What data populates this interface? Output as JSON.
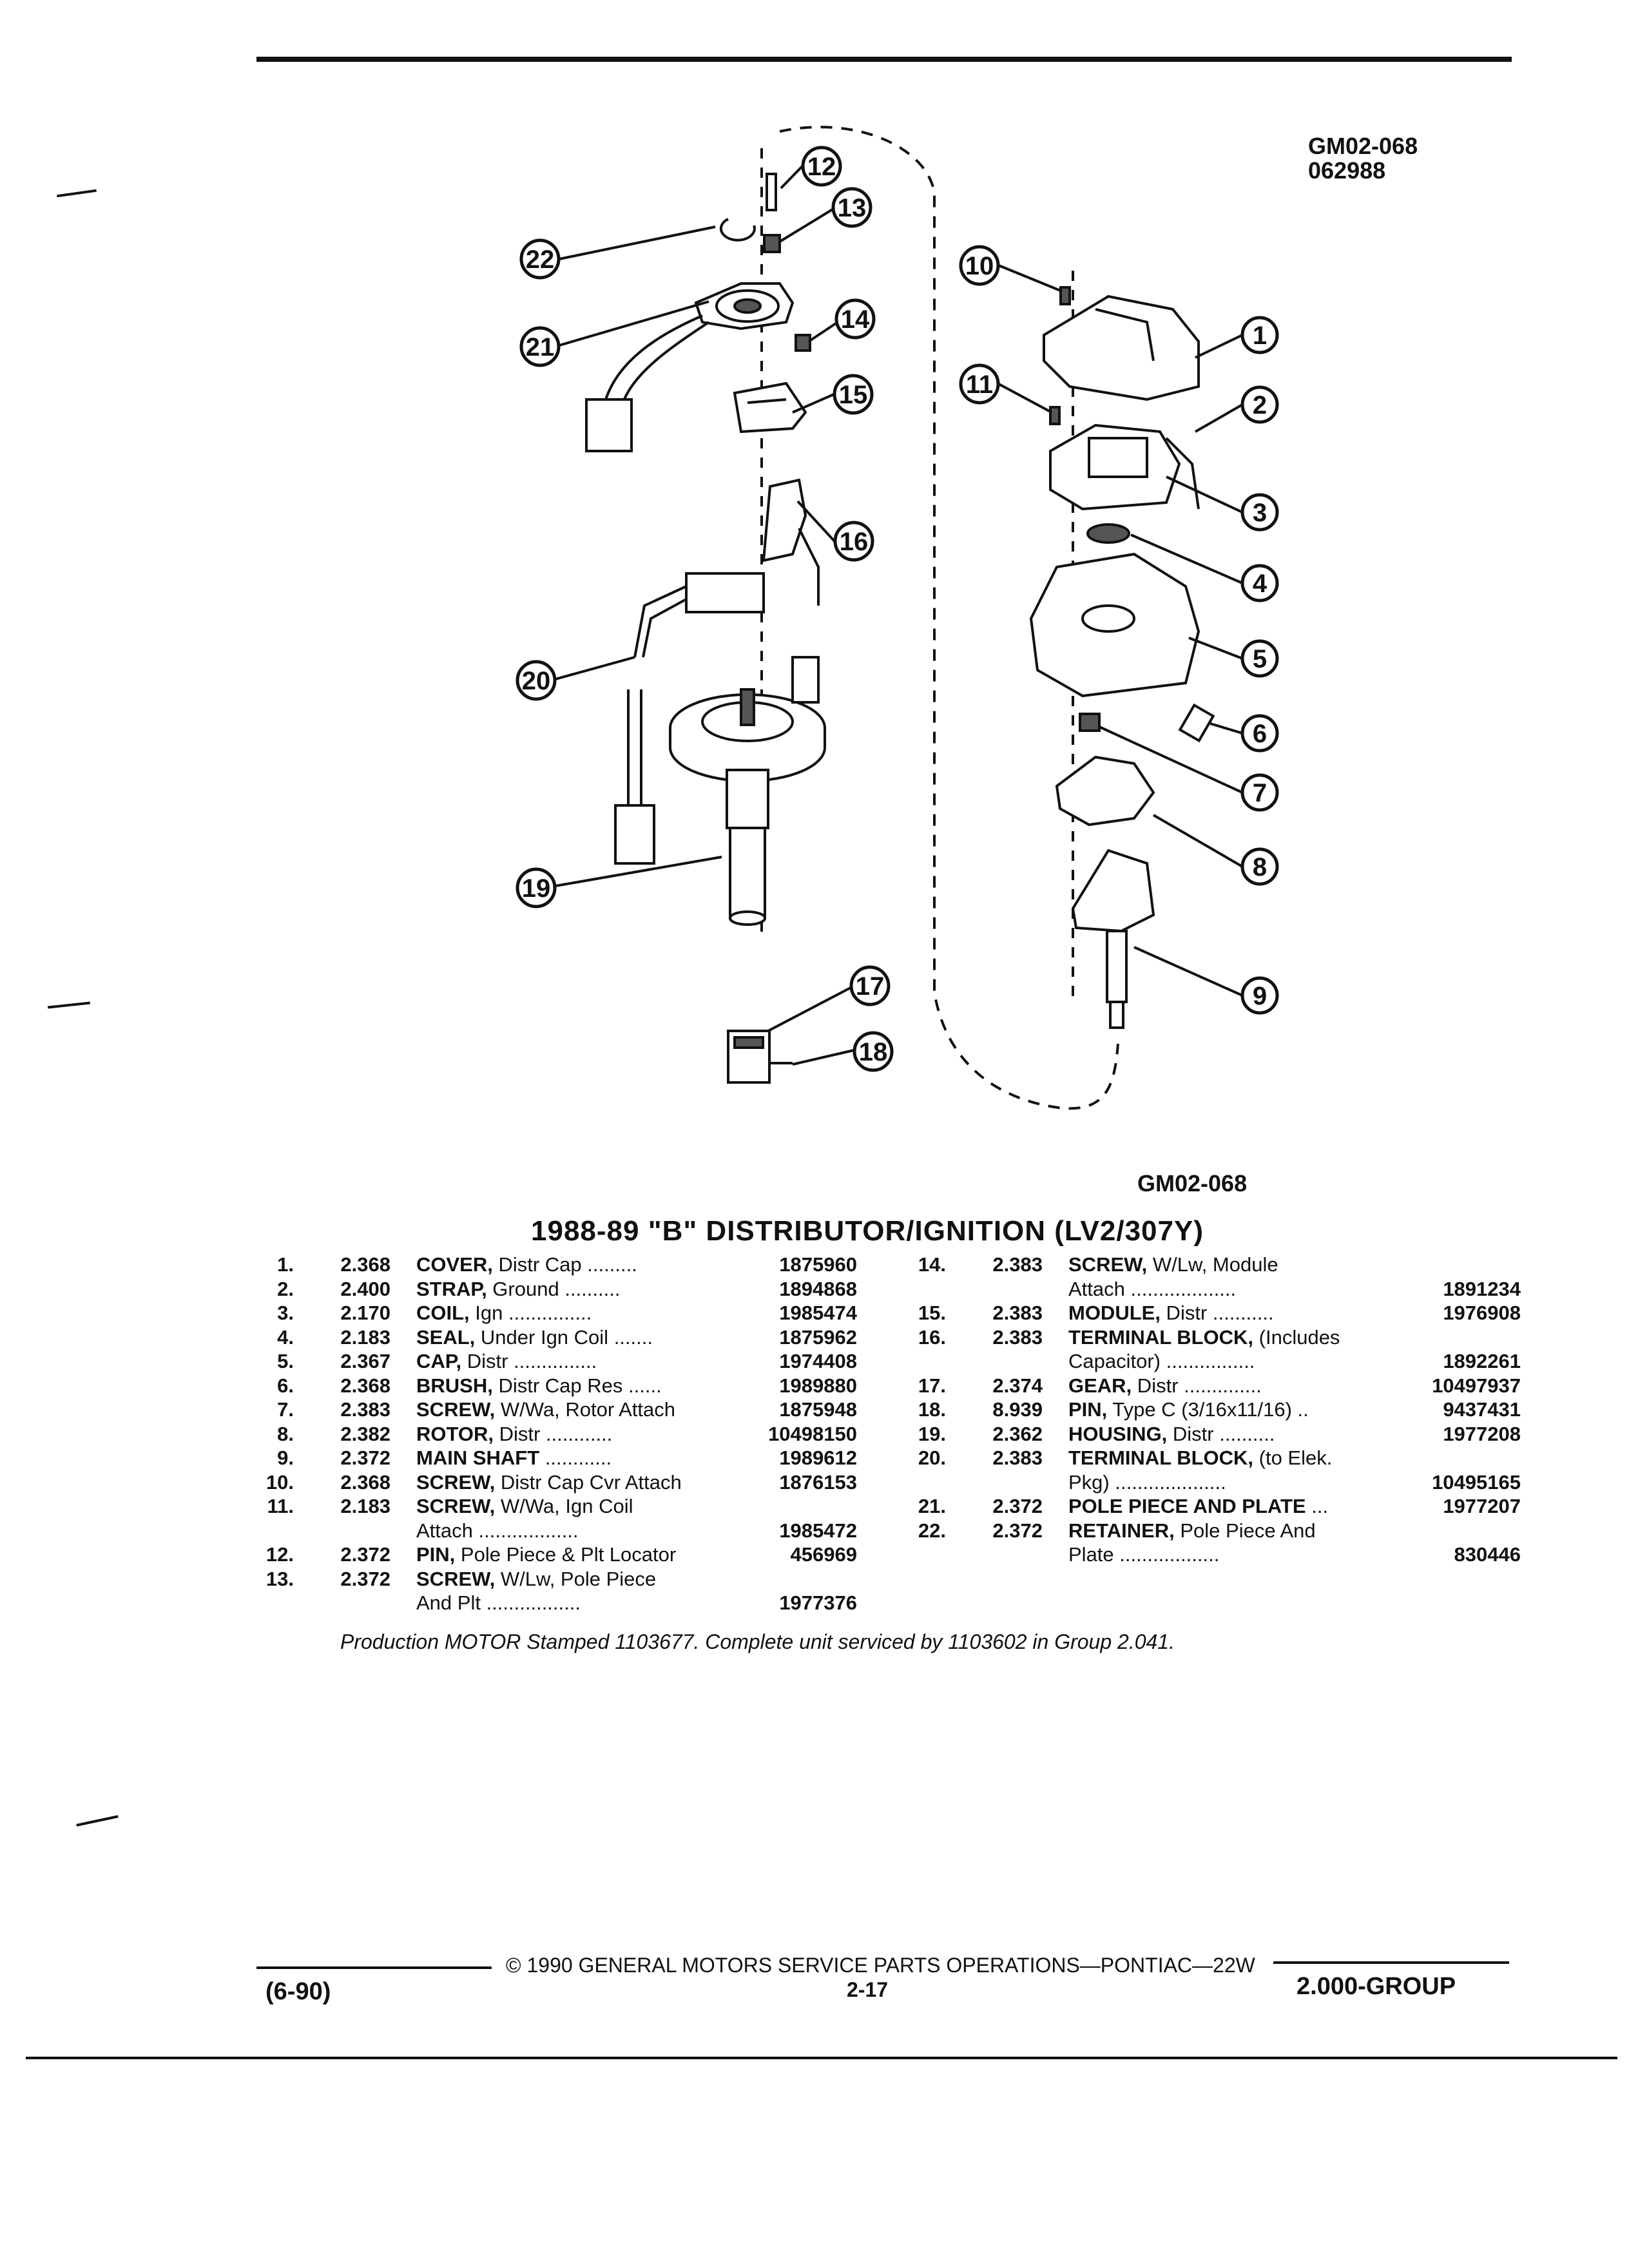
{
  "figure": {
    "code_top": "GM02-068",
    "date_code": "062988",
    "code_bottom": "GM02-068",
    "callouts": [
      "1",
      "2",
      "3",
      "4",
      "5",
      "6",
      "7",
      "8",
      "9",
      "10",
      "11",
      "12",
      "13",
      "14",
      "15",
      "16",
      "17",
      "18",
      "19",
      "20",
      "21",
      "22"
    ]
  },
  "title": "1988-89 \"B\" DISTRIBUTOR/IGNITION (LV2/307Y)",
  "parts_left": [
    {
      "num": "1.",
      "group": "2.368",
      "name": "COVER,",
      "desc": " Distr Cap",
      "dots": " .........",
      "pn": "1875960"
    },
    {
      "num": "2.",
      "group": "2.400",
      "name": "STRAP,",
      "desc": " Ground",
      "dots": " ..........",
      "pn": "1894868"
    },
    {
      "num": "3.",
      "group": "2.170",
      "name": "COIL,",
      "desc": " Ign",
      "dots": " ...............",
      "pn": "1985474"
    },
    {
      "num": "4.",
      "group": "2.183",
      "name": "SEAL,",
      "desc": " Under Ign Coil",
      "dots": " .......",
      "pn": "1875962"
    },
    {
      "num": "5.",
      "group": "2.367",
      "name": "CAP,",
      "desc": " Distr",
      "dots": " ...............",
      "pn": "1974408"
    },
    {
      "num": "6.",
      "group": "2.368",
      "name": "BRUSH,",
      "desc": " Distr Cap Res",
      "dots": " ......",
      "pn": "1989880"
    },
    {
      "num": "7.",
      "group": "2.383",
      "name": "SCREW,",
      "desc": " W/Wa, Rotor Attach",
      "dots": "",
      "pn": "1875948"
    },
    {
      "num": "8.",
      "group": "2.382",
      "name": "ROTOR,",
      "desc": " Distr",
      "dots": " ............",
      "pn": "10498150"
    },
    {
      "num": "9.",
      "group": "2.372",
      "name": "MAIN SHAFT",
      "desc": "",
      "dots": " ............",
      "pn": "1989612"
    },
    {
      "num": "10.",
      "group": "2.368",
      "name": "SCREW,",
      "desc": " Distr Cap Cvr Attach",
      "dots": "",
      "pn": "1876153"
    },
    {
      "num": "11.",
      "group": "2.183",
      "name": "SCREW,",
      "desc": " W/Wa, Ign Coil",
      "dots": "",
      "pn": ""
    },
    {
      "num": "",
      "group": "",
      "name": "",
      "desc": "Attach",
      "dots": " ..................",
      "pn": "1985472"
    },
    {
      "num": "12.",
      "group": "2.372",
      "name": "PIN,",
      "desc": " Pole Piece & Plt Locator",
      "dots": "",
      "pn": "456969"
    },
    {
      "num": "13.",
      "group": "2.372",
      "name": "SCREW,",
      "desc": " W/Lw, Pole Piece",
      "dots": "",
      "pn": ""
    },
    {
      "num": "",
      "group": "",
      "name": "",
      "desc": "And Plt",
      "dots": " .................",
      "pn": "1977376"
    }
  ],
  "parts_right": [
    {
      "num": "14.",
      "group": "2.383",
      "name": "SCREW,",
      "desc": " W/Lw, Module",
      "dots": "",
      "pn": ""
    },
    {
      "num": "",
      "group": "",
      "name": "",
      "desc": "Attach",
      "dots": " ...................",
      "pn": "1891234"
    },
    {
      "num": "15.",
      "group": "2.383",
      "name": "MODULE,",
      "desc": " Distr",
      "dots": " ...........",
      "pn": "1976908"
    },
    {
      "num": "16.",
      "group": "2.383",
      "name": "TERMINAL BLOCK,",
      "desc": " (Includes",
      "dots": "",
      "pn": ""
    },
    {
      "num": "",
      "group": "",
      "name": "",
      "desc": "Capacitor)",
      "dots": " ................",
      "pn": "1892261"
    },
    {
      "num": "17.",
      "group": "2.374",
      "name": "GEAR,",
      "desc": " Distr",
      "dots": " ..............",
      "pn": "10497937"
    },
    {
      "num": "18.",
      "group": "8.939",
      "name": "PIN,",
      "desc": " Type C (3/16x11/16)",
      "dots": " ..",
      "pn": "9437431"
    },
    {
      "num": "19.",
      "group": "2.362",
      "name": "HOUSING,",
      "desc": " Distr",
      "dots": " ..........",
      "pn": "1977208"
    },
    {
      "num": "20.",
      "group": "2.383",
      "name": "TERMINAL BLOCK,",
      "desc": " (to Elek.",
      "dots": "",
      "pn": ""
    },
    {
      "num": "",
      "group": "",
      "name": "",
      "desc": "Pkg)",
      "dots": " ....................",
      "pn": "10495165"
    },
    {
      "num": "21.",
      "group": "2.372",
      "name": "POLE PIECE AND PLATE",
      "desc": "",
      "dots": " ...",
      "pn": "1977207"
    },
    {
      "num": "22.",
      "group": "2.372",
      "name": "RETAINER,",
      "desc": " Pole Piece And",
      "dots": "",
      "pn": ""
    },
    {
      "num": "",
      "group": "",
      "name": "",
      "desc": "Plate",
      "dots": " ..................",
      "pn": "830446"
    }
  ],
  "note": "Production MOTOR Stamped 1103677. Complete unit serviced by 1103602 in Group 2.041.",
  "footer": {
    "copyright": "© 1990 GENERAL MOTORS SERVICE PARTS OPERATIONS—PONTIAC—22W",
    "page": "2-17",
    "date": "(6-90)",
    "group": "2.000-GROUP"
  }
}
